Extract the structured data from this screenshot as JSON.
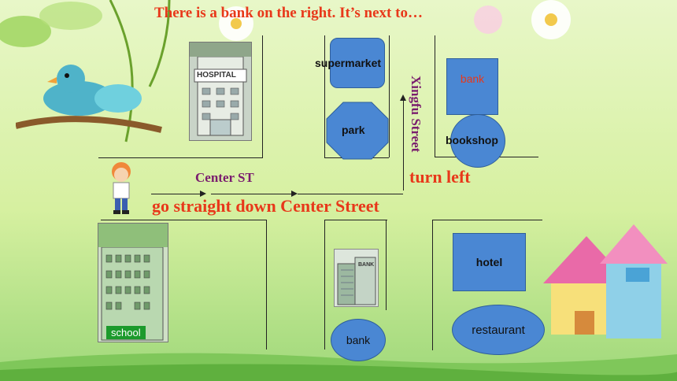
{
  "title": "There is a bank on the right. It’s next to…",
  "streets": {
    "center_st_label": "Center ST",
    "xingfu_label": "Xingfu Street"
  },
  "directions": {
    "go_straight": "go straight down Center Street",
    "turn_left": "turn left"
  },
  "places": {
    "hospital": "HOSPITAL",
    "supermarket": "supermarket",
    "park": "park",
    "bank_top": "bank",
    "bookshop": "bookshop",
    "school": "school",
    "bank_bottom": "bank",
    "bank_sign": "BANK",
    "hotel": "hotel",
    "restaurant": "restaurant"
  },
  "colors": {
    "accent_red": "#e8381a",
    "street_purple": "#7a1d6e",
    "building_blue": "#4a87d3",
    "school_label_green": "#1c9a2c"
  }
}
